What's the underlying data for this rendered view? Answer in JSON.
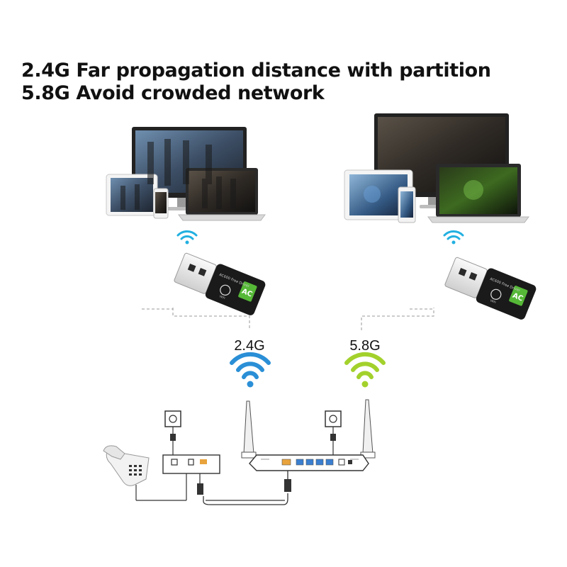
{
  "headline": {
    "line1": "2.4G Far propagation distance with partition",
    "line2": "5.8G Avoid crowded network"
  },
  "bands": {
    "left": {
      "label": "2.4G",
      "color": "#2a8fd6"
    },
    "right": {
      "label": "5.8G",
      "color": "#a3d12c"
    }
  },
  "adapter": {
    "model_text": "AC600 Free Driver",
    "badge_text": "AC",
    "chip_text": "WiFi"
  },
  "colors": {
    "small_wifi_icon": "#22b0e0",
    "adapter_body": "#1a1a1a",
    "port_amber": "#e8a33c",
    "port_blue": "#3a7fd0",
    "dashed_line": "#9a9a9a"
  },
  "icons": [
    "device-group-icon",
    "usb-adapter-icon",
    "wifi-signal-icon",
    "router-icon",
    "modem-icon",
    "telephone-icon",
    "power-outlet-icon",
    "cable-icon"
  ]
}
